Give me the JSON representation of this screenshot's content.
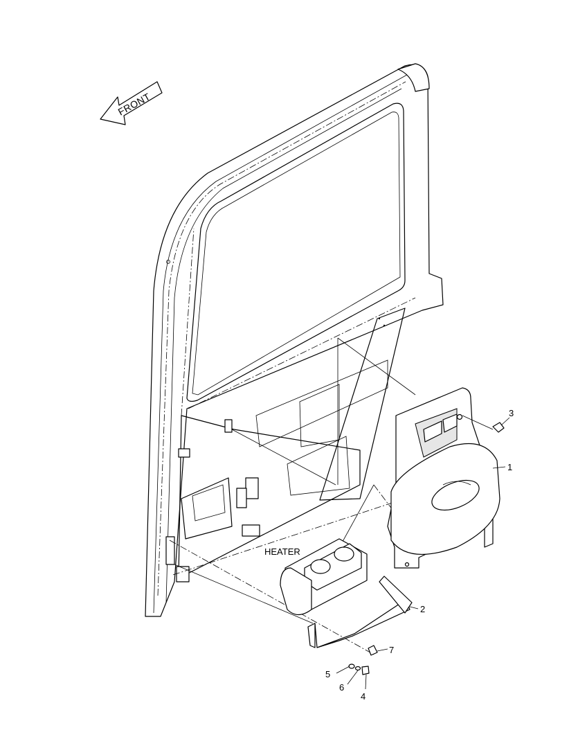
{
  "front_label": "FRONT",
  "heater_label": "HEATER",
  "callouts": [
    "1",
    "2",
    "3",
    "4",
    "5",
    "6",
    "7"
  ]
}
